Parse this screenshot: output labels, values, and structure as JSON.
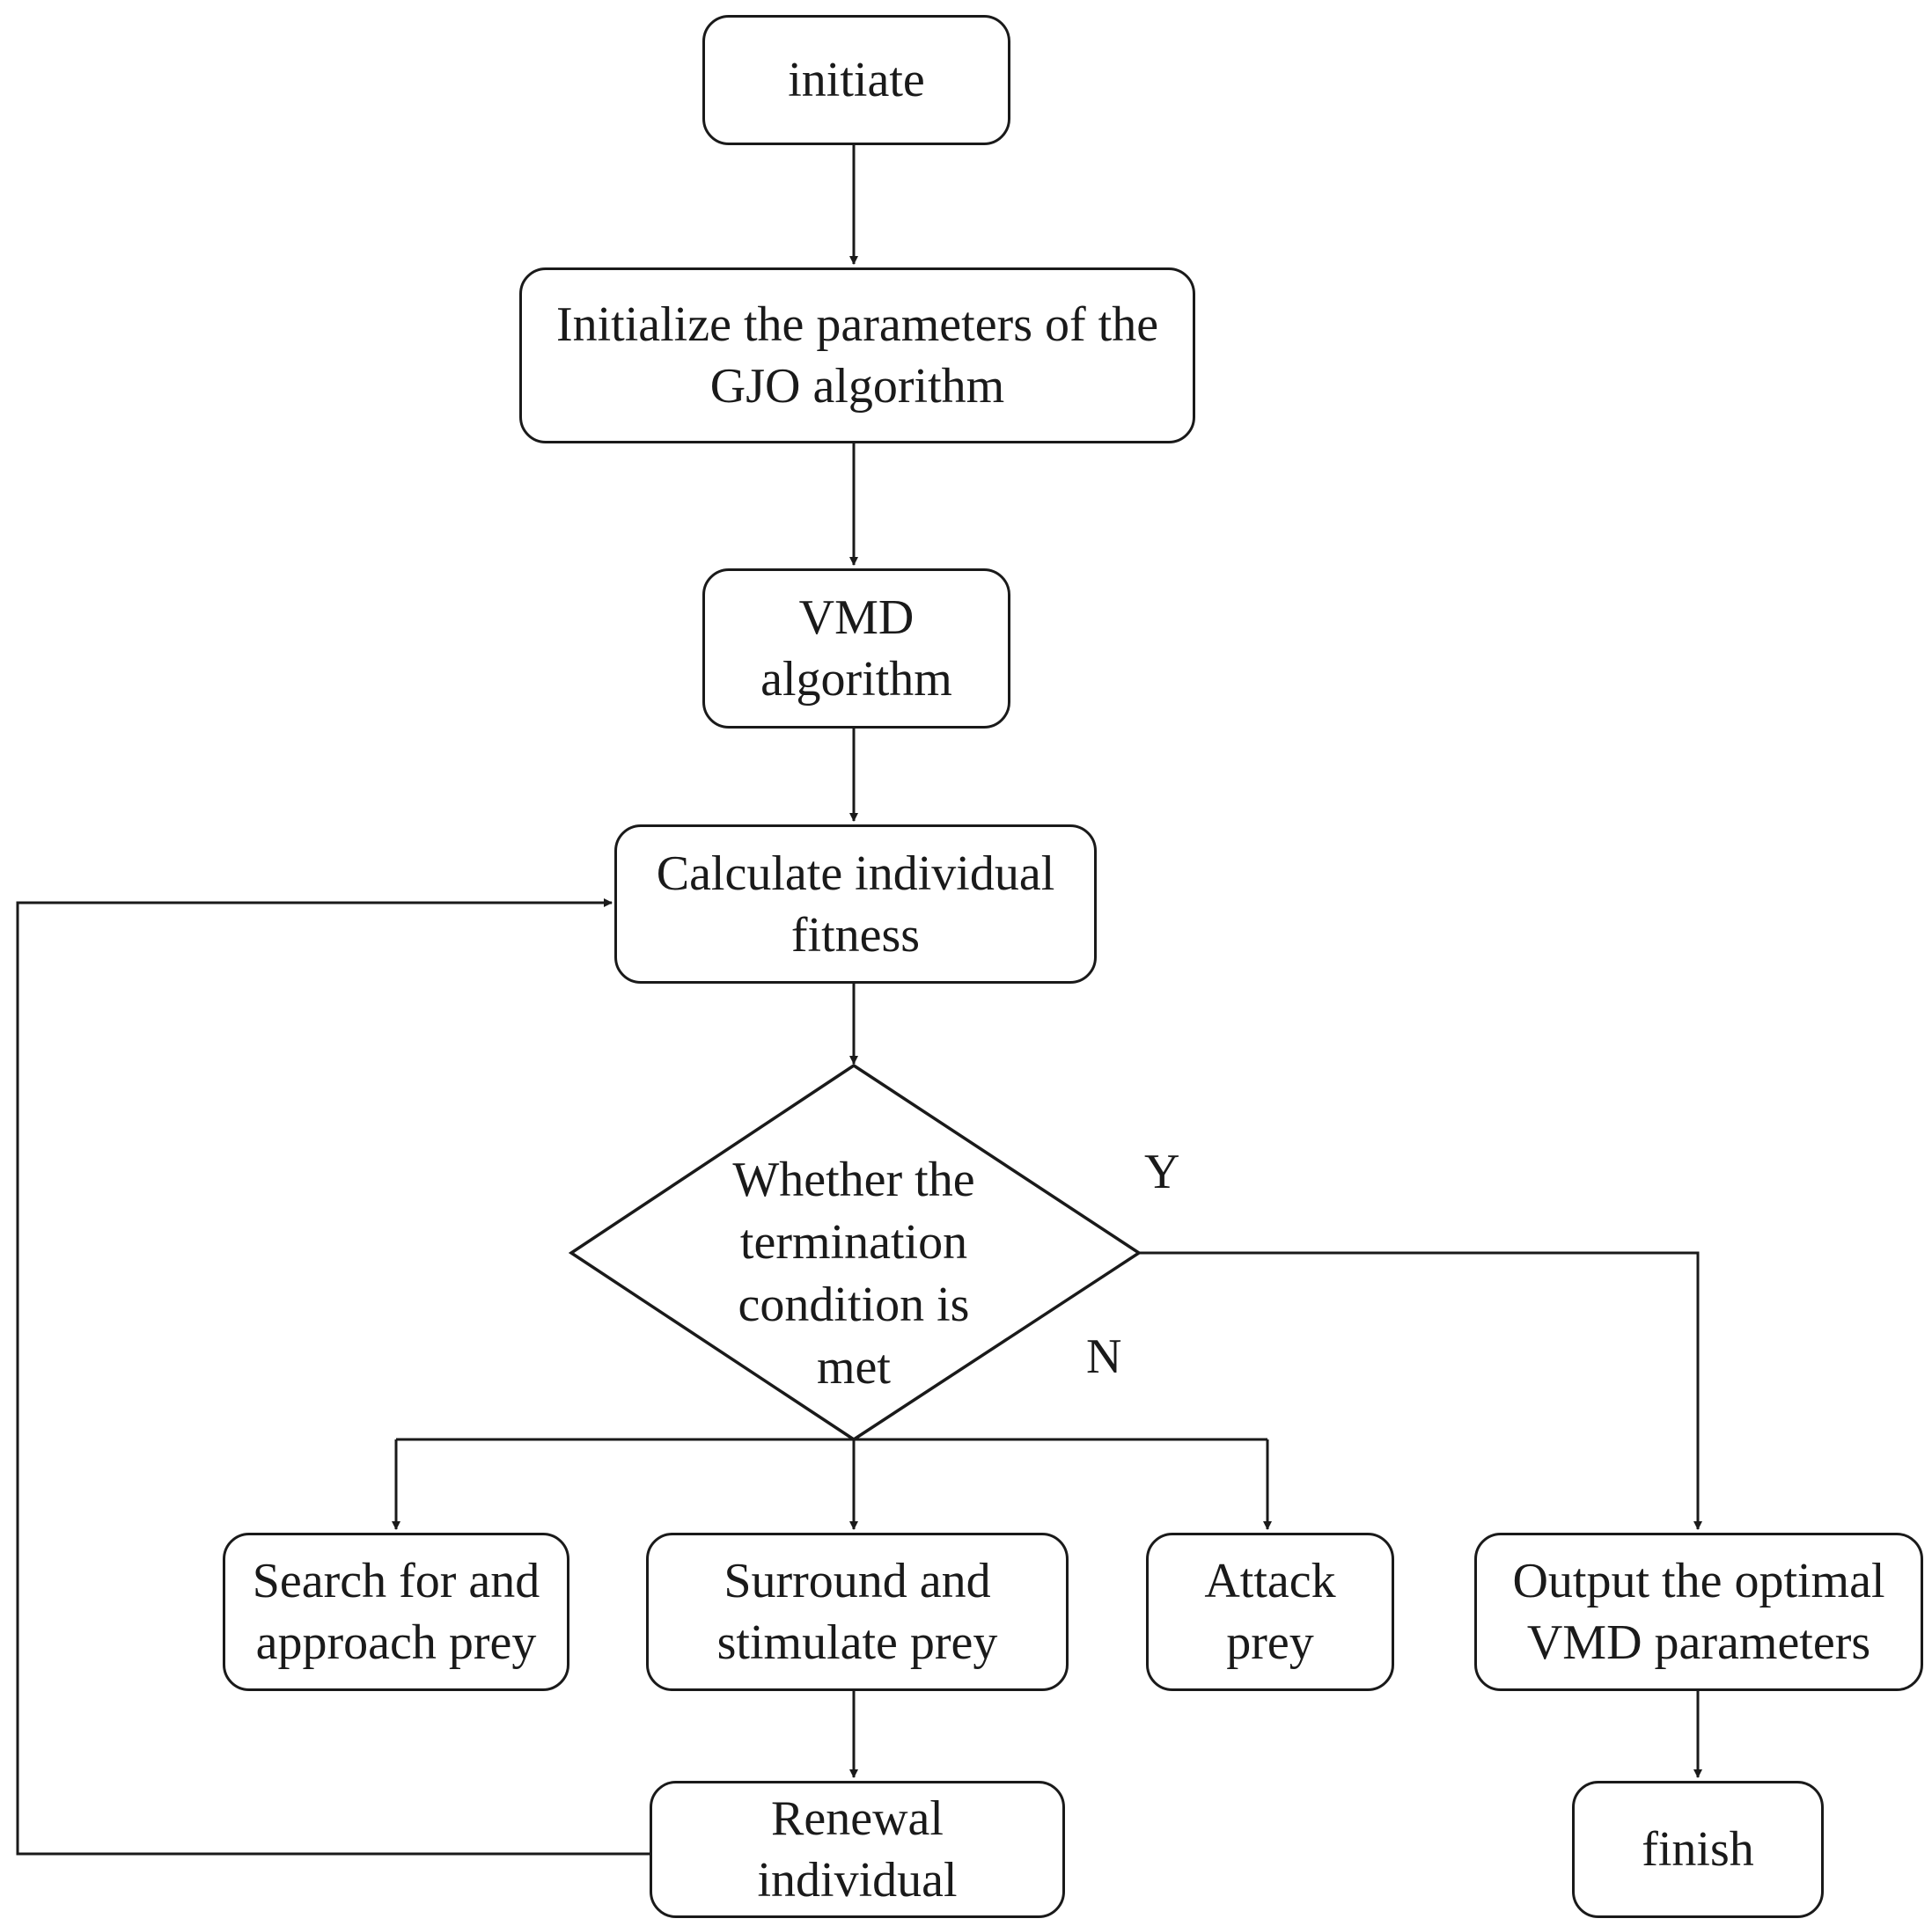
{
  "flowchart": {
    "start": "initiate",
    "init_params": "Initialize the parameters of the GJO algorithm",
    "vmd": "VMD algorithm",
    "fitness": "Calculate individual fitness",
    "decision": "Whether the termination condition is met",
    "yes_label": "Y",
    "no_label": "N",
    "search": "Search for and approach prey",
    "surround": "Surround and stimulate prey",
    "attack": "Attack prey",
    "output": "Output the optimal VMD parameters",
    "renewal": "Renewal individual",
    "finish": "finish"
  },
  "colors": {
    "line": "#1a1a1a",
    "background": "#ffffff"
  }
}
